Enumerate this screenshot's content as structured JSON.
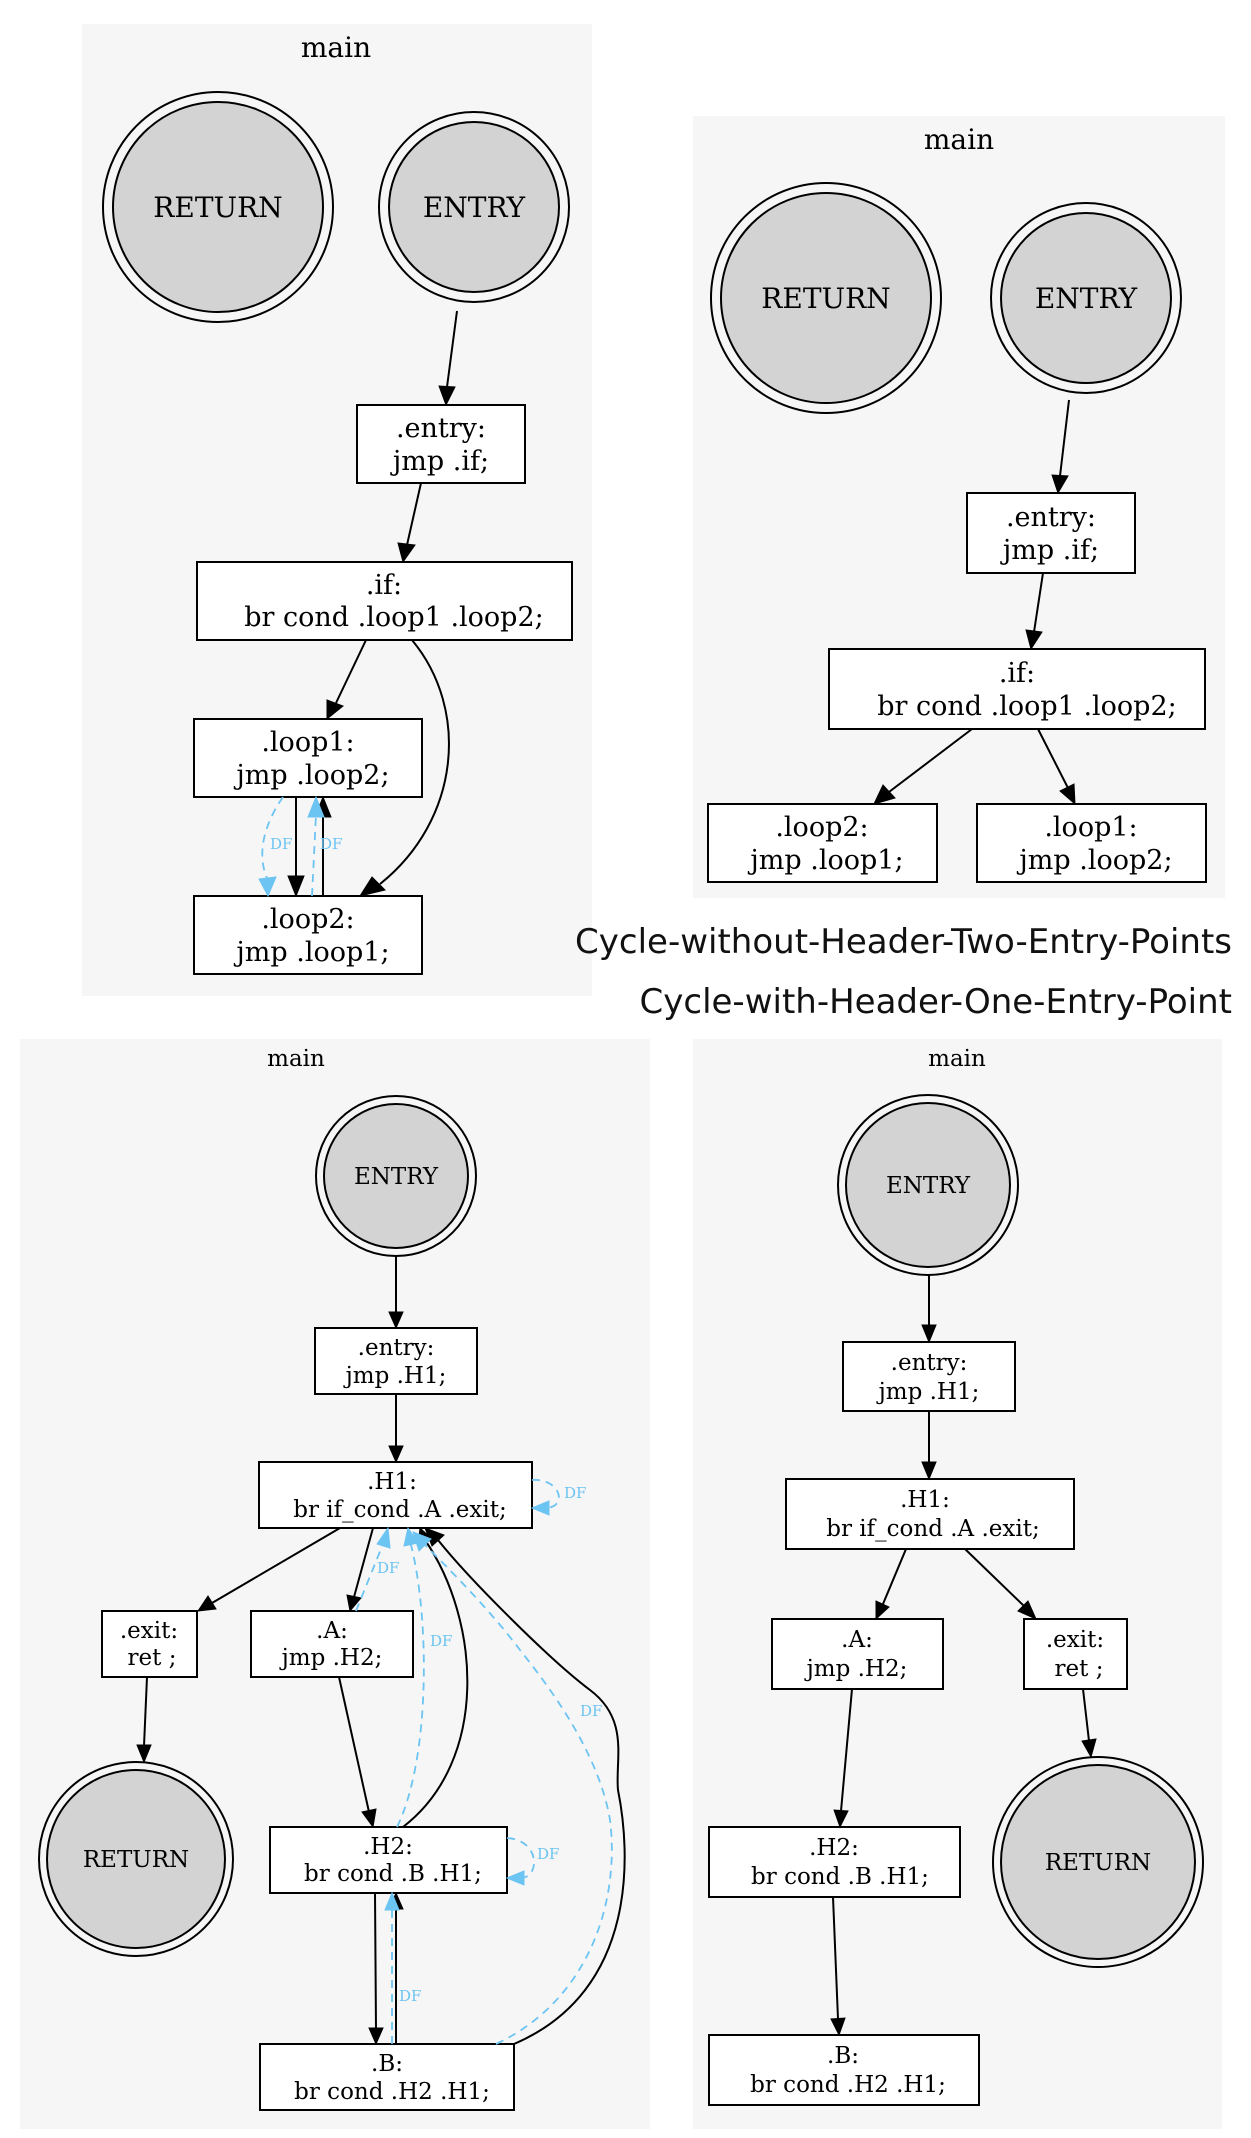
{
  "captions": {
    "top": "Cycle-without-Header-Two-Entry-Points",
    "bottom": "Cycle-with-Header-One-Entry-Point"
  },
  "df_label": "DF",
  "colors": {
    "df_edge": "#6cc4f2",
    "cluster_bg": "#f6f6f6",
    "node_fill": "#d3d3d3"
  },
  "graphs": [
    {
      "id": "g1",
      "cluster_label": "main",
      "nodes": {
        "return": "RETURN",
        "entry_circle": "ENTRY",
        "entry_l1": ".entry:",
        "entry_l2": "jmp  .if;",
        "if_l1": ".if:",
        "if_l2": "br cond .loop1 .loop2;",
        "loop1_l1": ".loop1:",
        "loop1_l2": "jmp  .loop2;",
        "loop2_l1": ".loop2:",
        "loop2_l2": "jmp  .loop1;"
      }
    },
    {
      "id": "g2",
      "cluster_label": "main",
      "nodes": {
        "return": "RETURN",
        "entry_circle": "ENTRY",
        "entry_l1": ".entry:",
        "entry_l2": "jmp  .if;",
        "if_l1": ".if:",
        "if_l2": "br cond .loop1 .loop2;",
        "loop2_l1": ".loop2:",
        "loop2_l2": "jmp  .loop1;",
        "loop1_l1": ".loop1:",
        "loop1_l2": "jmp  .loop2;"
      }
    },
    {
      "id": "g3",
      "cluster_label": "main",
      "nodes": {
        "entry_circle": "ENTRY",
        "entry_l1": ".entry:",
        "entry_l2": "jmp  .H1;",
        "h1_l1": ".H1:",
        "h1_l2": "br if_cond .A .exit;",
        "exit_l1": ".exit:",
        "exit_l2": "ret ;",
        "a_l1": ".A:",
        "a_l2": "jmp  .H2;",
        "return": "RETURN",
        "h2_l1": ".H2:",
        "h2_l2": "br cond .B .H1;",
        "b_l1": ".B:",
        "b_l2": "br cond .H2 .H1;"
      }
    },
    {
      "id": "g4",
      "cluster_label": "main",
      "nodes": {
        "entry_circle": "ENTRY",
        "entry_l1": ".entry:",
        "entry_l2": "jmp  .H1;",
        "h1_l1": ".H1:",
        "h1_l2": "br if_cond .A .exit;",
        "a_l1": ".A:",
        "a_l2": "jmp  .H2;",
        "exit_l1": ".exit:",
        "exit_l2": "ret ;",
        "return": "RETURN",
        "h2_l1": ".H2:",
        "h2_l2": "br cond .B .H1;",
        "b_l1": ".B:",
        "b_l2": "br cond .H2 .H1;"
      }
    }
  ]
}
